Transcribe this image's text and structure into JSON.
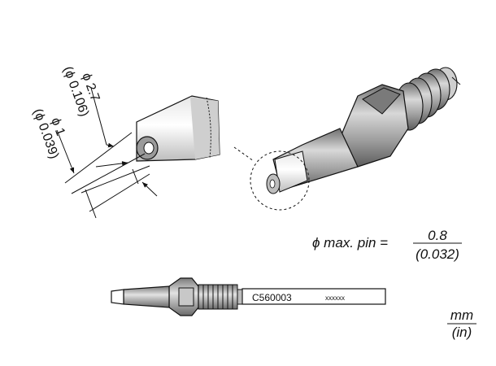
{
  "dimensions": {
    "outer_mm": "ϕ 2.7",
    "outer_in": "(ϕ 0.106)",
    "inner_mm": "ϕ 1",
    "inner_in": "(ϕ 0.039)"
  },
  "pin_note": {
    "label": "ϕ max. pin =",
    "value_mm": "0.8",
    "value_in": "(0.032)"
  },
  "part": {
    "number": "C560003",
    "marking": "xxxxxx"
  },
  "units": {
    "primary": "mm",
    "secondary": "(in)"
  },
  "colors": {
    "line": "#111111",
    "shade": "#8a8a8a",
    "light": "#efefef"
  }
}
